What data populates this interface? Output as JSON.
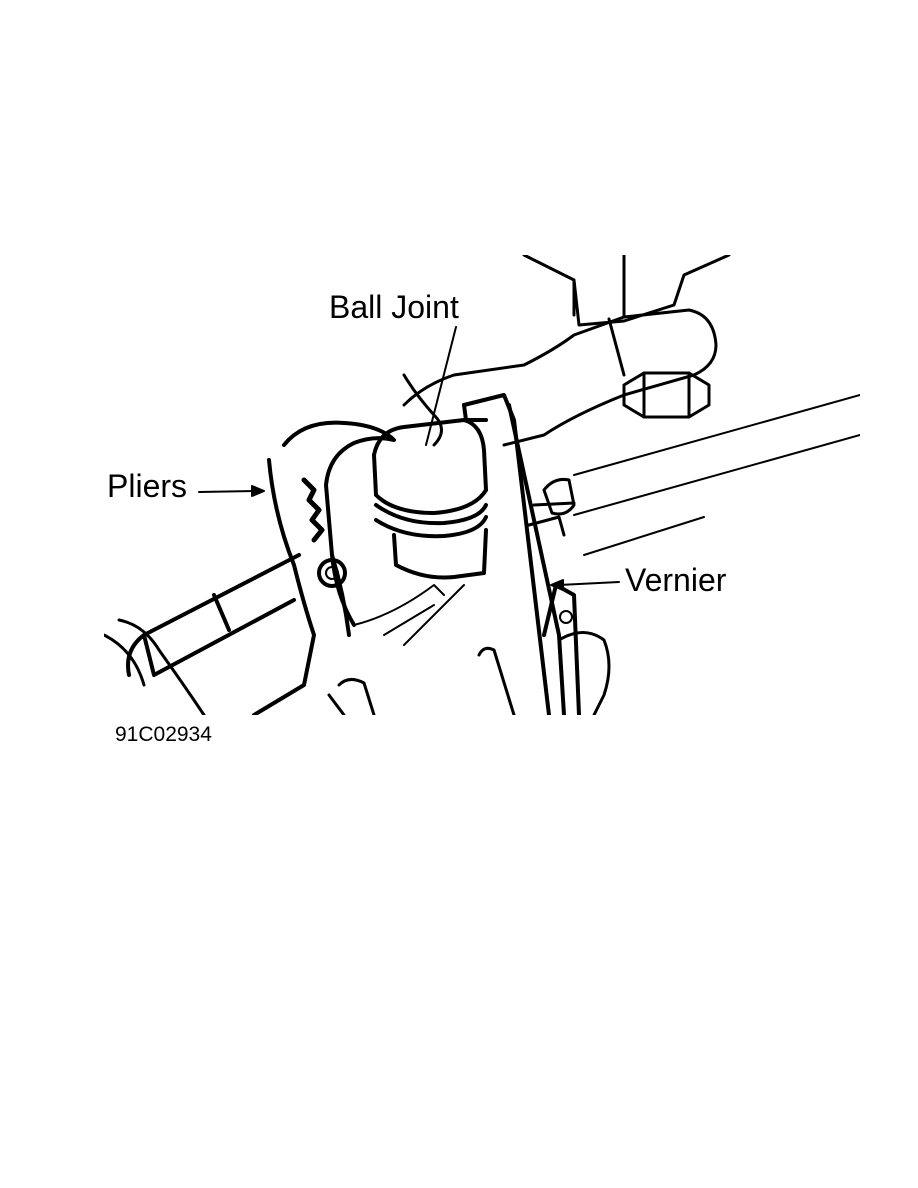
{
  "figure": {
    "id": "91C02934",
    "labels": {
      "ball_joint": "Ball Joint",
      "pliers": "Pliers",
      "vernier": "Vernier"
    }
  },
  "colors": {
    "ink": "#000000",
    "paper": "#ffffff"
  }
}
